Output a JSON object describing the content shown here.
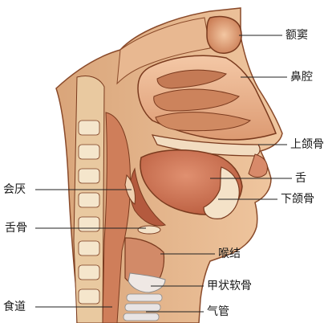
{
  "labels": {
    "frontal_sinus": "额窦",
    "nasal_cavity": "鼻腔",
    "maxilla": "上颌骨",
    "tongue": "舌",
    "mandible": "下颌骨",
    "epiglottis": "会厌",
    "hyoid": "舌骨",
    "laryngeal_prominence": "喉结",
    "thyroid_cartilage": "甲状软骨",
    "esophagus": "食道",
    "trachea": "气管"
  }
}
